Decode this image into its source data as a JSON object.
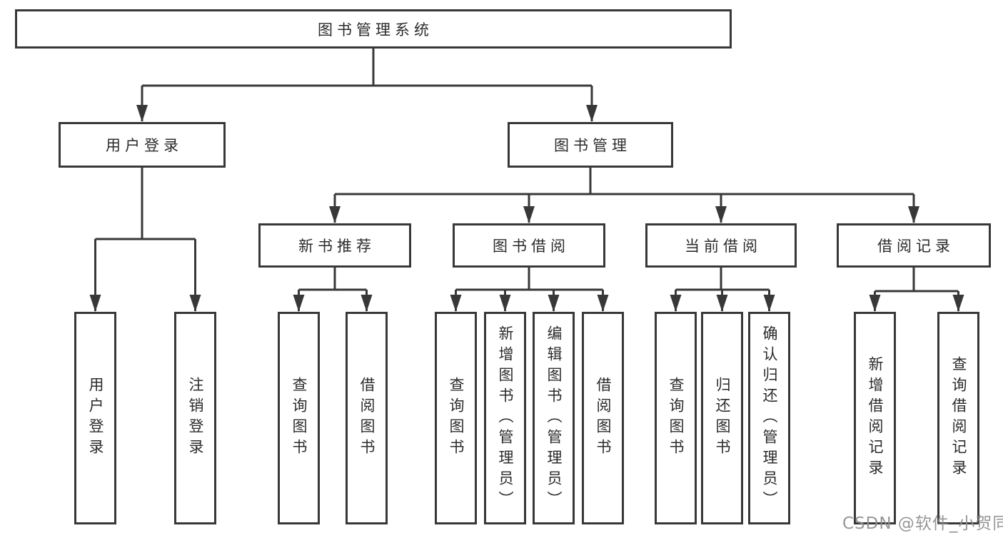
{
  "diagram": {
    "title": "图书管理系统",
    "root": "图书管理系统",
    "level2": {
      "user_login": "用户登录",
      "book_mgmt": "图书管理"
    },
    "level3": {
      "new_books": "新书推荐",
      "borrowing": "图书借阅",
      "current": "当前借阅",
      "records": "借阅记录"
    },
    "leaves": {
      "user_login": "用户登录",
      "logout": "注销登录",
      "nb_query": "查询图书",
      "nb_borrow": "借阅图书",
      "bb_query": "查询图书",
      "bb_add": "新增图书（管理员）",
      "bb_edit": "编辑图书（管理员）",
      "bb_borrow": "借阅图书",
      "cb_query": "查询图书",
      "cb_return": "归还图书",
      "cb_confirm": "确认归还（管理员）",
      "rec_add": "新增借阅记录",
      "rec_query": "查询借阅记录"
    }
  },
  "watermark": {
    "text": "CSDN @软件_小贺同学"
  },
  "colors": {
    "line": "#383838",
    "box_border": "#383838",
    "text": "#2b2b2b",
    "background": "#ffffff",
    "watermark": "#8f8f8f"
  }
}
